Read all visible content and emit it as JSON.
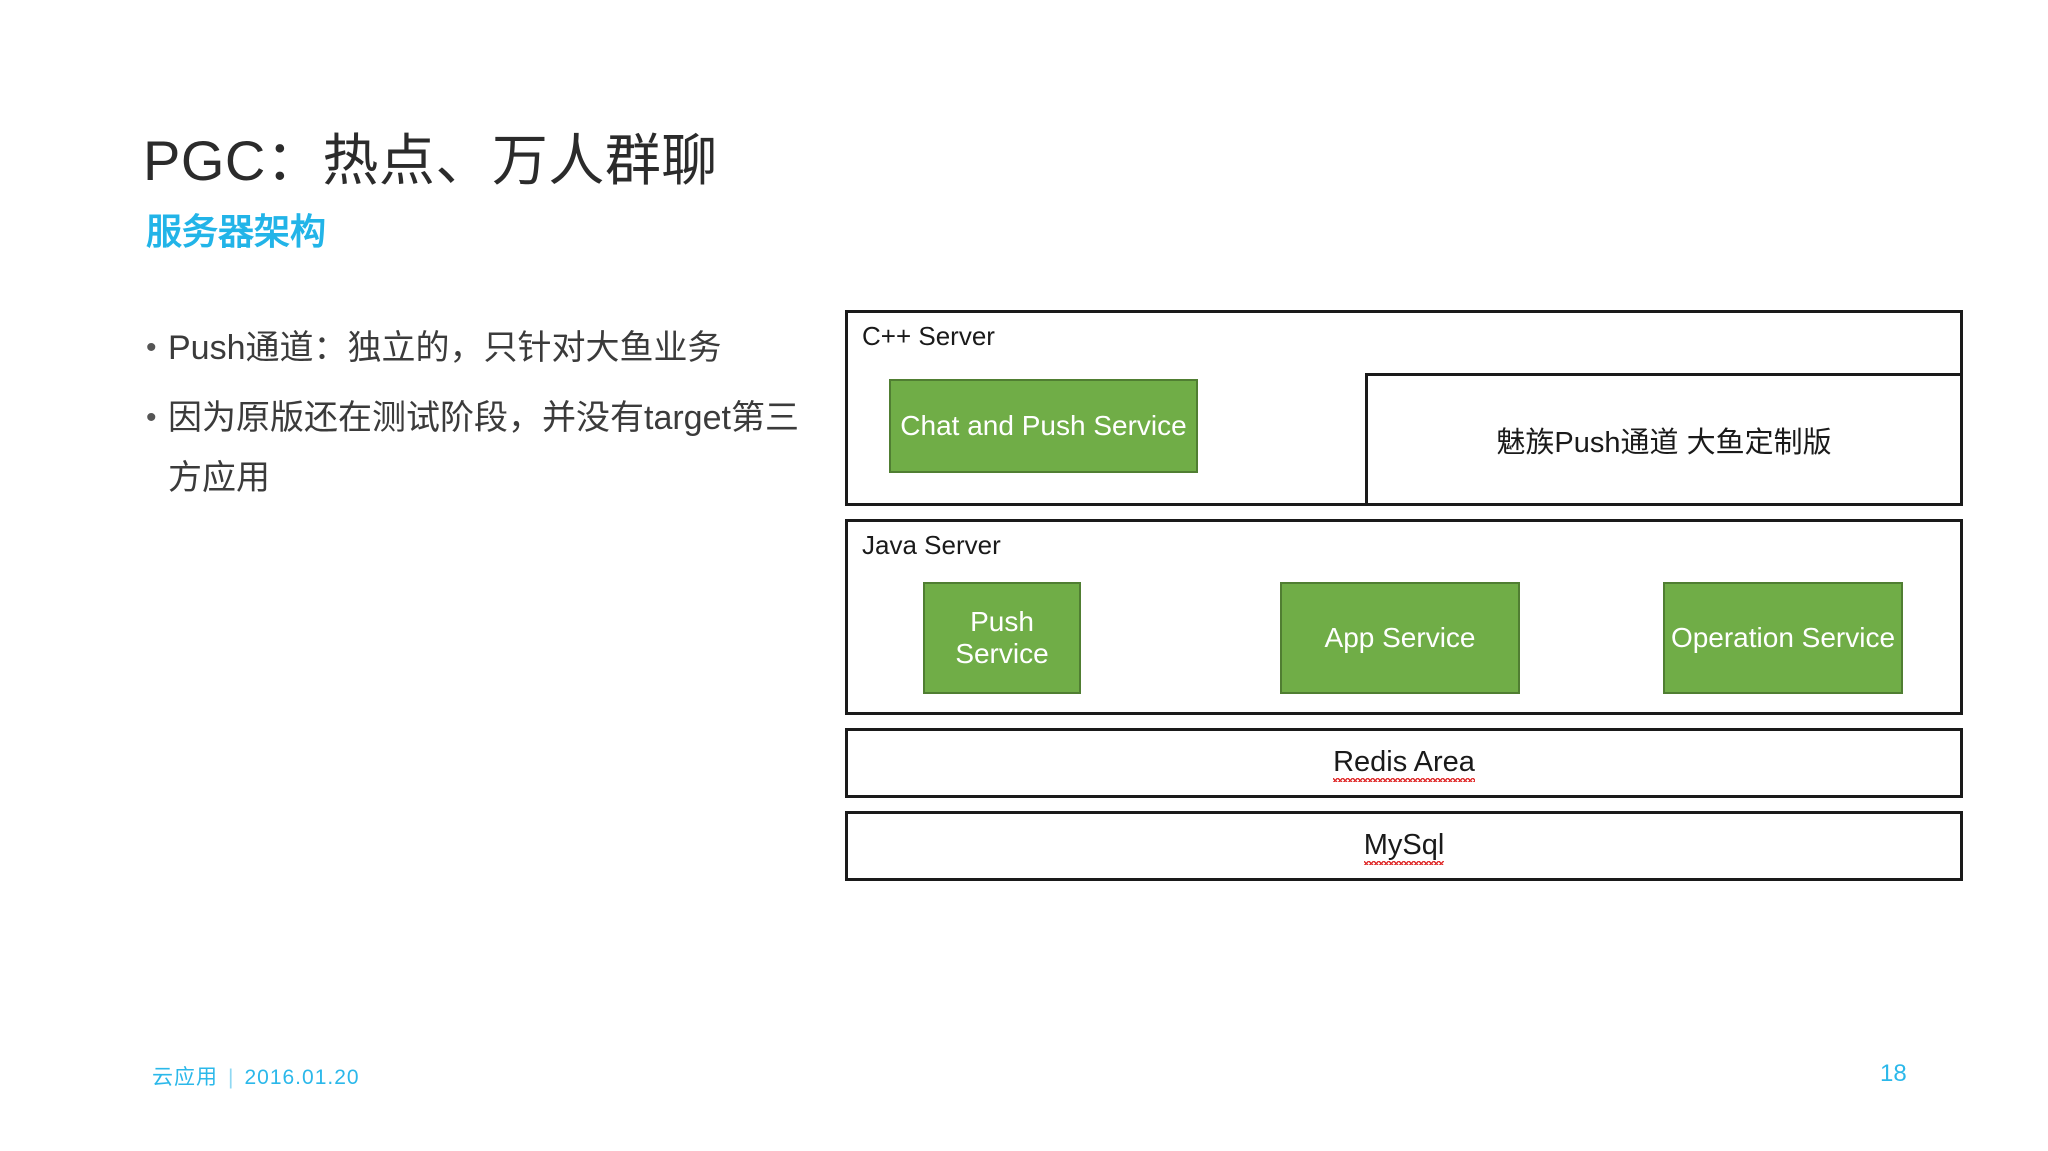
{
  "slide": {
    "title": "PGC：热点、万人群聊",
    "subtitle": "服务器架构",
    "page_number": "18",
    "footer": {
      "label": "云应用",
      "separator": "|",
      "date": "2016.01.20"
    },
    "accent_color": "#22b4e8",
    "service_box_color": "#70ad47",
    "outline_color": "#1a1a1a"
  },
  "bullets": [
    {
      "marker": "•",
      "text": "Push通道：独立的，只针对大鱼业务"
    },
    {
      "marker": "•",
      "text": "因为原版还在测试阶段，并没有target第三方应用"
    }
  ],
  "diagram": {
    "cpp_server": {
      "label": "C++ Server",
      "service": "Chat and Push Service",
      "push_channel": "魅族Push通道 大鱼定制版"
    },
    "java_server": {
      "label": "Java Server",
      "services": [
        {
          "name": "Push Service"
        },
        {
          "name": "App Service"
        },
        {
          "name": "Operation Service"
        }
      ]
    },
    "storage": [
      {
        "name": "Redis Area",
        "spellchecked": true
      },
      {
        "name": "MySql",
        "spellchecked": true
      }
    ]
  }
}
